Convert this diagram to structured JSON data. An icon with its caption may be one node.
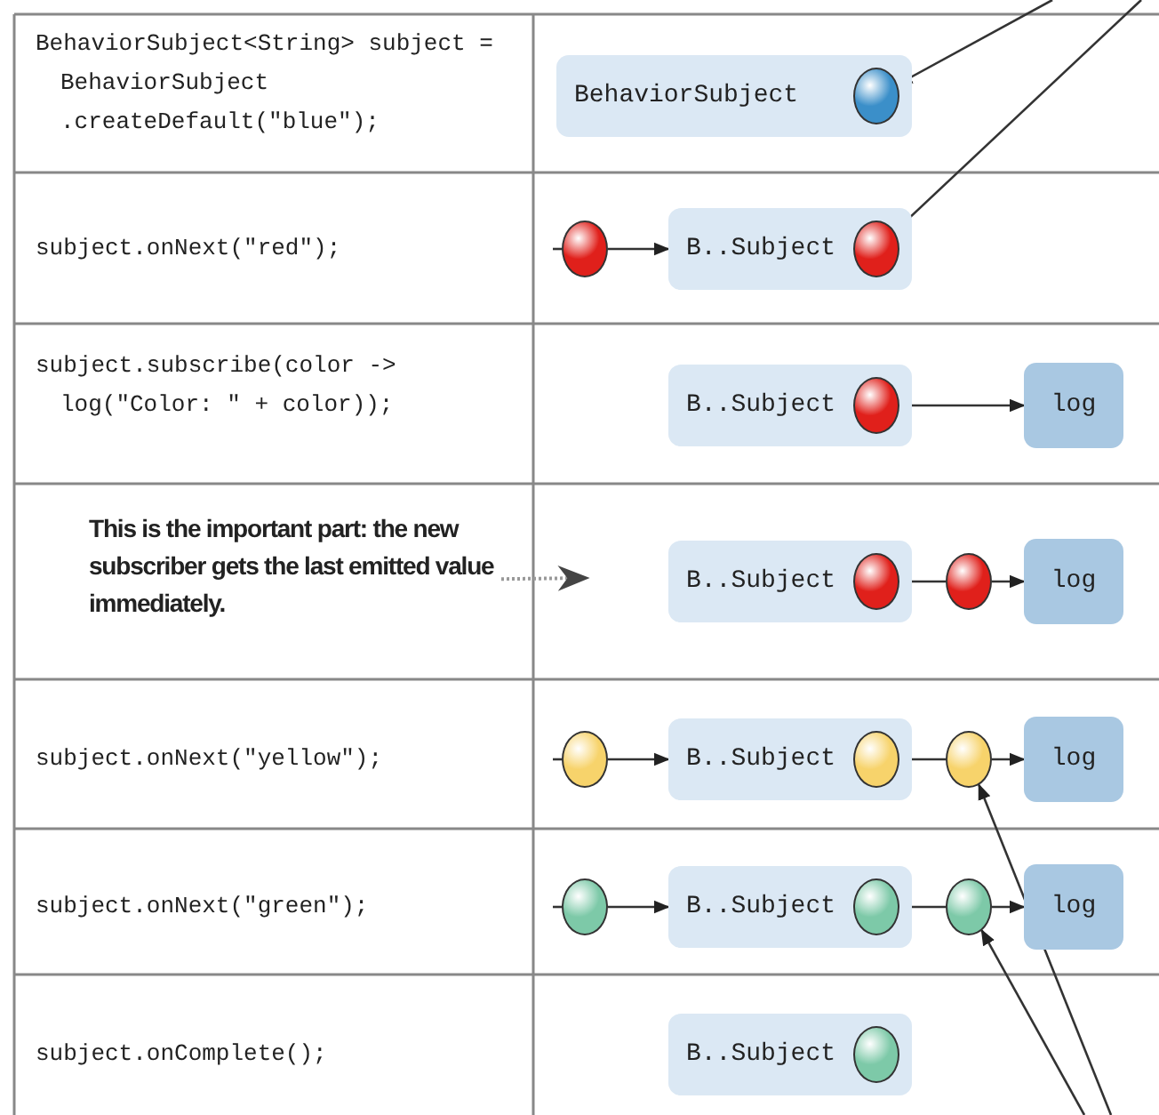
{
  "diagram": {
    "nodes": [
      {
        "text": [
          "BehaviorSubject"
        ]
      },
      {
        "text": [],
        "shape": "circle",
        "in": 0
      },
      {
        "text": [],
        "shape": "circle"
      },
      {
        "text": [
          "B..Subject"
        ]
      },
      {
        "text": [],
        "shape": "circle",
        "in": 3
      },
      {
        "text": [
          "B..Subject"
        ]
      },
      {
        "text": [],
        "shape": "circle",
        "in": 5
      },
      {
        "text": [
          "log"
        ]
      },
      {
        "text": [
          "This is the important part: the new subscriber gets the last emitted value immediately."
        ]
      },
      {
        "text": [
          "B..Subject"
        ]
      },
      {
        "text": [],
        "shape": "circle",
        "in": 9
      },
      {
        "text": [],
        "shape": "circle"
      },
      {
        "text": [
          "log"
        ]
      },
      {
        "text": [],
        "shape": "circle"
      },
      {
        "text": [
          "B..Subject"
        ]
      },
      {
        "text": [],
        "shape": "circle",
        "in": 14
      },
      {
        "text": [],
        "shape": "circle"
      },
      {
        "text": [
          "log"
        ]
      },
      {
        "text": [],
        "shape": "circle"
      },
      {
        "text": [
          "B..Subject"
        ]
      },
      {
        "text": [],
        "shape": "circle",
        "in": 19
      },
      {
        "text": [],
        "shape": "circle"
      },
      {
        "text": [
          "log"
        ]
      },
      {
        "text": [
          "B..Subject"
        ]
      },
      {
        "text": [],
        "shape": "circle",
        "in": 23
      }
    ],
    "edges": [
      {
        "from": null,
        "to": 1,
        "arrow": "to"
      },
      {
        "from": null,
        "to": 4,
        "arrow": "to"
      },
      {
        "from": null,
        "to": 2,
        "arrow": "none"
      },
      {
        "from": 2,
        "to": 3,
        "arrow": "to"
      },
      {
        "from": 6,
        "to": 7,
        "arrow": "to"
      },
      {
        "from": 8,
        "to": null,
        "arrow": "to",
        "style": "dashed",
        "color": "#999999"
      },
      {
        "from": 10,
        "to": 11,
        "arrow": "none"
      },
      {
        "from": 11,
        "to": 12,
        "arrow": "to"
      },
      {
        "from": null,
        "to": 13,
        "arrow": "none"
      },
      {
        "from": 13,
        "to": 14,
        "arrow": "to"
      },
      {
        "from": 15,
        "to": 16,
        "arrow": "none"
      },
      {
        "from": 16,
        "to": 17,
        "arrow": "to"
      },
      {
        "from": null,
        "to": 16,
        "arrow": "to"
      },
      {
        "from": null,
        "to": 18,
        "arrow": "none"
      },
      {
        "from": 18,
        "to": 19,
        "arrow": "to"
      },
      {
        "from": 20,
        "to": 21,
        "arrow": "none"
      },
      {
        "from": 21,
        "to": 22,
        "arrow": "to"
      },
      {
        "from": null,
        "to": 21,
        "arrow": "to"
      }
    ],
    "labels": [
      "BehaviorSubject<String> subject = BehaviorSubject .createDefault(\"blue\");",
      "subject.onNext(\"red\");",
      "subject.subscribe(color -> log(\"Color: \" + color));",
      "subject.onNext(\"yellow\");",
      "subject.onNext(\"green\");",
      "subject.onComplete();"
    ]
  }
}
